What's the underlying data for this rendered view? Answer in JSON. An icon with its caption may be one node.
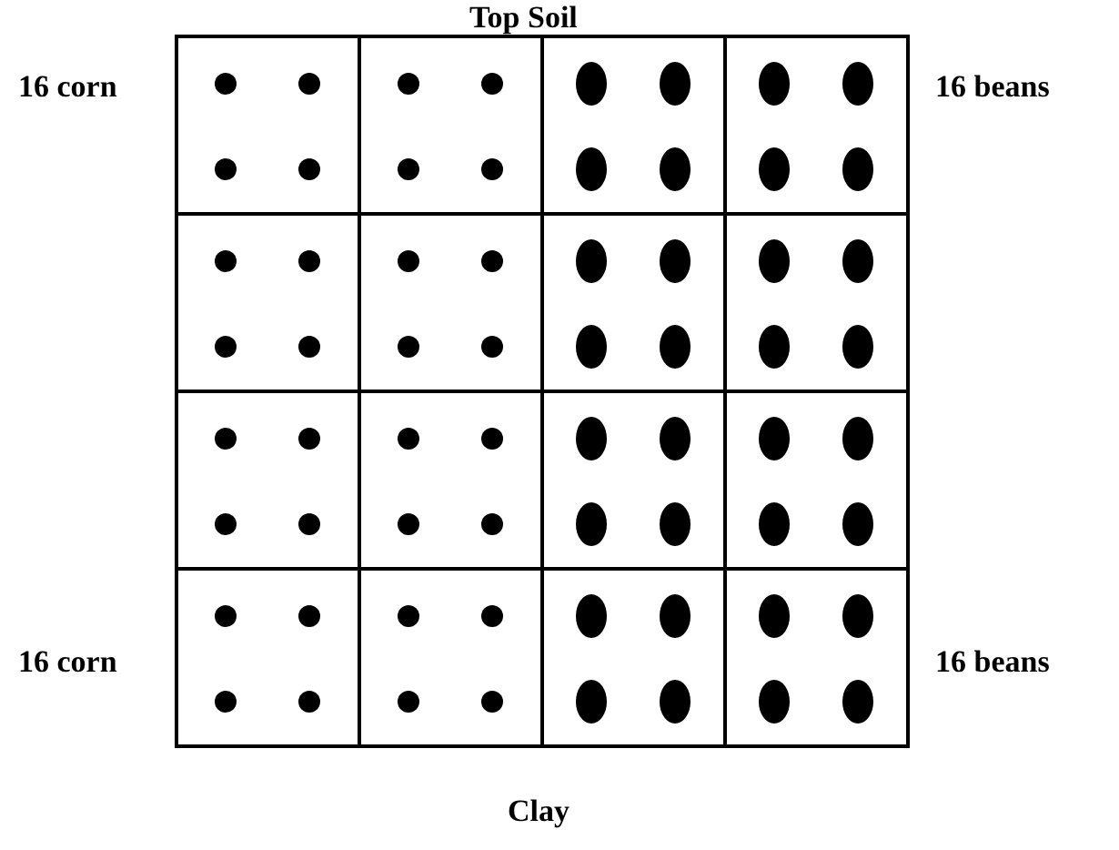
{
  "diagram": {
    "labels": [
      "Top Soil",
      "16 corn",
      "16 beans",
      "16 corn",
      "16 beans",
      "Clay"
    ]
  }
}
